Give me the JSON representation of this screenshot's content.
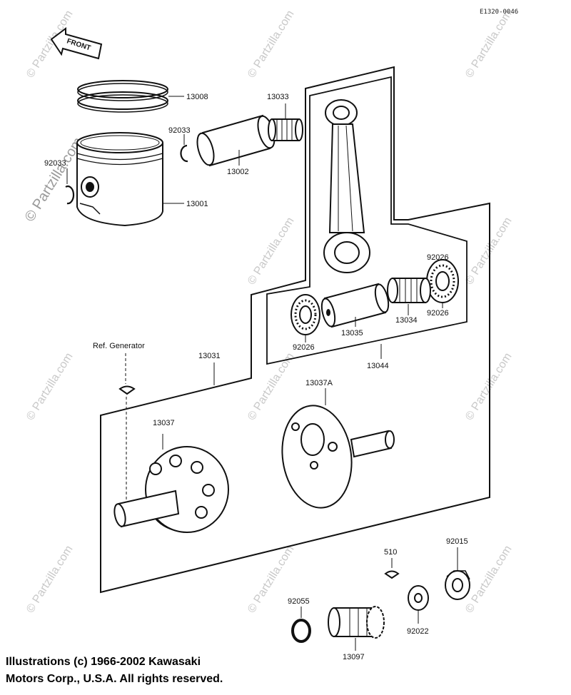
{
  "diagram": {
    "ref_code": "E1320-0046",
    "front_label": "FRONT",
    "ref_generator": "Ref. Generator",
    "watermark": "© Partzilla.com",
    "parts": {
      "p13008": "13008",
      "p13033": "13033",
      "p92033_a": "92033",
      "p92033_b": "92033",
      "p13002": "13002",
      "p13001": "13001",
      "p92026_right": "92026",
      "p92026_left": "92026",
      "p13035": "13035",
      "p13034": "13034",
      "p13044": "13044",
      "p13031": "13031",
      "p13037A": "13037A",
      "p13037": "13037",
      "p510": "510",
      "p92015": "92015",
      "p92055": "92055",
      "p92022": "92022",
      "p13097": "13097"
    }
  },
  "footer": {
    "copyright_line1": "Illustrations (c) 1966-2002 Kawasaki",
    "copyright_line2": "Motors Corp., U.S.A.  All rights reserved."
  }
}
